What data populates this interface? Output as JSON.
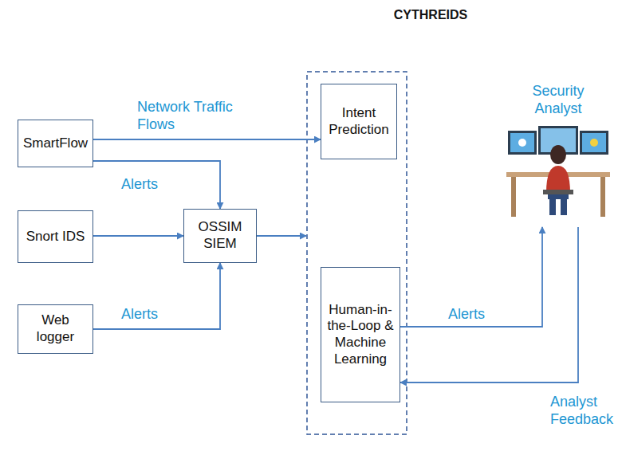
{
  "diagram": {
    "title": "CYTHREIDS",
    "nodes": [
      {
        "text": [
          "SmartFlow"
        ]
      },
      {
        "text": [
          "Snort IDS"
        ]
      },
      {
        "text": [
          "Web logger"
        ]
      },
      {
        "text": [
          "OSSIM SIEM"
        ]
      },
      {
        "text": [
          "Intent Prediction"
        ]
      },
      {
        "text": [
          "Human-in-the-Loop & Machine Learning"
        ]
      },
      {
        "text": [
          "Security Analyst"
        ]
      }
    ],
    "edges": [
      {
        "from": 0,
        "to": 4,
        "arrow": "to",
        "label": "Network Traffic Flows"
      },
      {
        "from": 0,
        "to": 3,
        "arrow": "to",
        "label": "Alerts"
      },
      {
        "from": 1,
        "to": 3,
        "arrow": "to"
      },
      {
        "from": 2,
        "to": 3,
        "arrow": "to",
        "label": "Alerts"
      },
      {
        "from": 5,
        "to": 6,
        "arrow": "to",
        "label": "Alerts"
      },
      {
        "from": 6,
        "to": 5,
        "arrow": "to",
        "label": "Analyst Feedback"
      }
    ]
  }
}
